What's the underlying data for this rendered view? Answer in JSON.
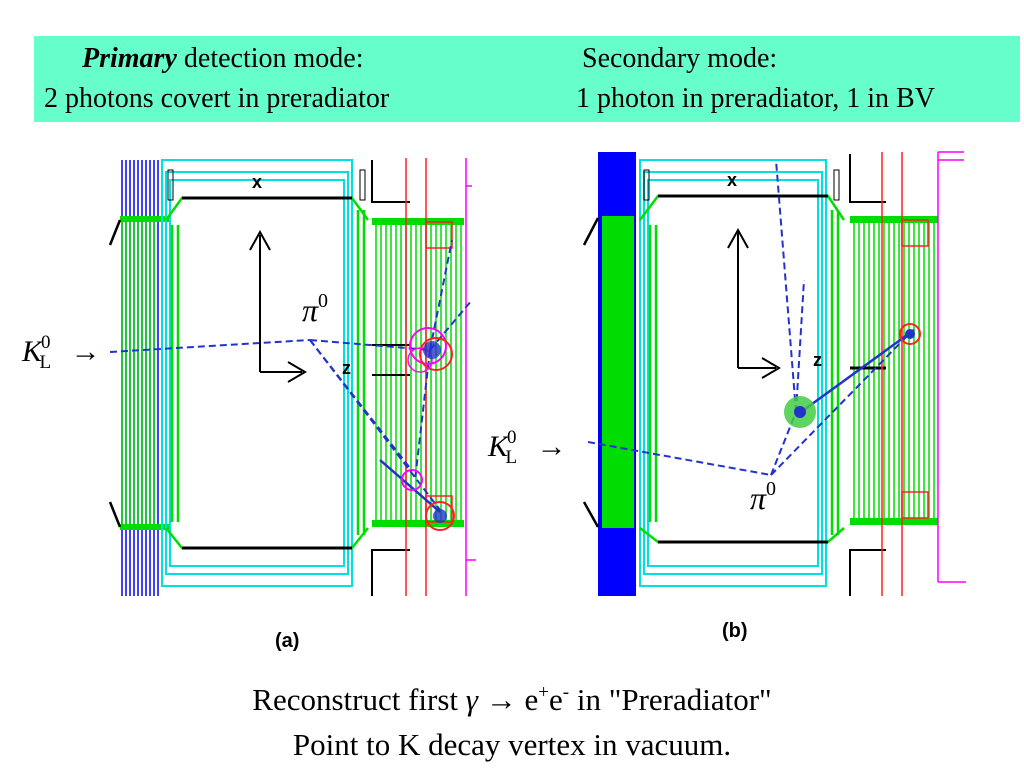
{
  "header": {
    "primary_word": "Primary",
    "primary_rest": "detection mode:",
    "primary_desc": "2 photons covert in preradiator",
    "secondary_title": "Secondary mode:",
    "secondary_desc": "1 photon in preradiator, 1 in BV"
  },
  "panels": {
    "a": {
      "caption": "(a)",
      "beam_label": "K",
      "beam_sup": "0",
      "beam_sub": "L",
      "arrow": "→",
      "pion": "π",
      "pion_sup": "0",
      "x_axis": "x",
      "z_axis": "z"
    },
    "b": {
      "caption": "(b)",
      "beam_label": "K",
      "beam_sup": "0",
      "beam_sub": "L",
      "arrow": "→",
      "pion": "π",
      "pion_sup": "0",
      "x_axis": "x",
      "z_axis": "z"
    }
  },
  "colors": {
    "banner": "#66ffcc",
    "detector_green": "#00dd00",
    "cyan": "#00e0e0",
    "blue": "#0000ff",
    "track_blue": "#2233cc",
    "red": "#ff2020",
    "magenta": "#ff00ff"
  },
  "footer": {
    "line1_start": "Reconstruct first",
    "gamma": "γ",
    "arrow": "→",
    "e": "e",
    "plus": "+",
    "minus": "-",
    "line1_end": "in \"Preradiator\"",
    "line2": "Point to  K decay vertex in vacuum."
  }
}
